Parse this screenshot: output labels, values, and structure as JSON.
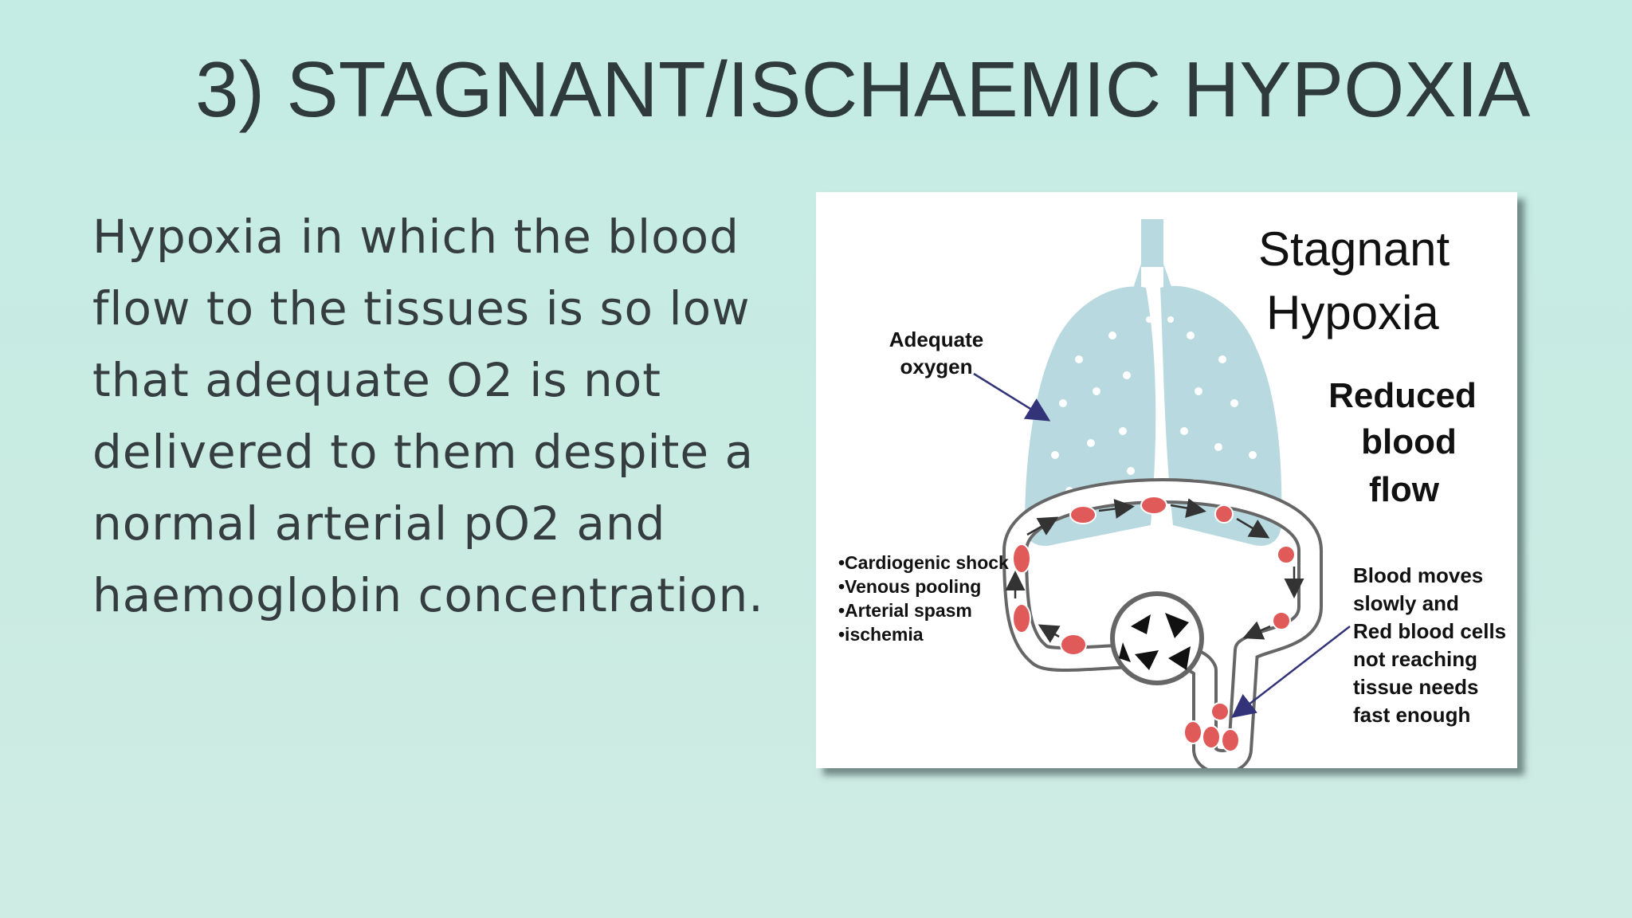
{
  "slide": {
    "title": "3) STAGNANT/ISCHAEMIC HYPOXIA",
    "body_lines": [
      "Hypoxia in which the blood",
      "flow to the tissues is so low",
      "that adequate O2 is not",
      "delivered to them despite a",
      "normal arterial pO2 and",
      "haemoglobin concentration."
    ]
  },
  "figure": {
    "title_lines": [
      "Stagnant",
      "Hypoxia"
    ],
    "subtitle_lines": [
      "Reduced",
      "blood",
      "flow"
    ],
    "lung_label_lines": [
      "Adequate",
      "oxygen"
    ],
    "causes": [
      "•Cardiogenic shock",
      "•Venous pooling",
      "•Arterial spasm",
      "•ischemia"
    ],
    "note_lines": [
      "Blood moves",
      "slowly and",
      "Red blood cells",
      "not reaching",
      "tissue needs",
      "fast enough"
    ],
    "colors": {
      "lung": "#b9d9e0",
      "vessel_outline": "#666666",
      "red_cell": "#e05a5a",
      "arrow": "#33337a"
    }
  }
}
